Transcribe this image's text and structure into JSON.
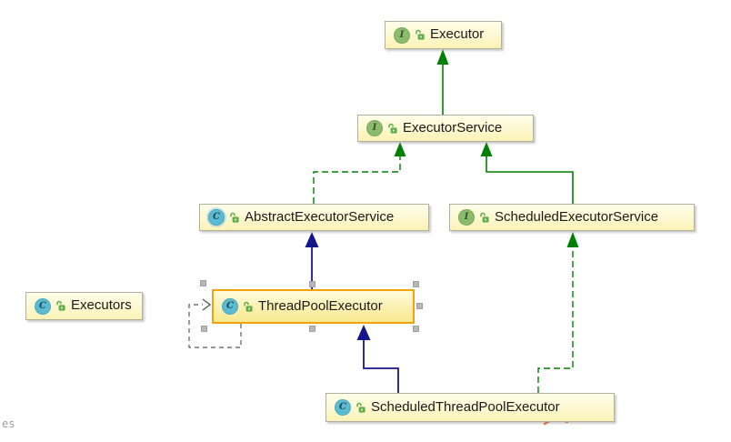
{
  "diagram_type": "uml-class-diagram",
  "icons": {
    "interface_letter": "I",
    "class_letter": "C"
  },
  "nodes": {
    "executor": {
      "label": "Executor",
      "kind": "interface"
    },
    "executor_service": {
      "label": "ExecutorService",
      "kind": "interface"
    },
    "abstract_executor_service": {
      "label": "AbstractExecutorService",
      "kind": "abstract-class"
    },
    "scheduled_executor_service": {
      "label": "ScheduledExecutorService",
      "kind": "interface"
    },
    "executors": {
      "label": "Executors",
      "kind": "class"
    },
    "thread_pool_executor": {
      "label": "ThreadPoolExecutor",
      "kind": "class",
      "selected": true
    },
    "scheduled_thread_pool_executor": {
      "label": "ScheduledThreadPoolExecutor",
      "kind": "class"
    }
  },
  "edges": [
    {
      "from": "ExecutorService",
      "to": "Executor",
      "relation": "extends",
      "line": "solid",
      "color": "#008000"
    },
    {
      "from": "AbstractExecutorService",
      "to": "ExecutorService",
      "relation": "implements",
      "line": "dashed",
      "color": "#008000"
    },
    {
      "from": "ScheduledExecutorService",
      "to": "ExecutorService",
      "relation": "extends",
      "line": "solid",
      "color": "#008000"
    },
    {
      "from": "ThreadPoolExecutor",
      "to": "AbstractExecutorService",
      "relation": "extends",
      "line": "solid",
      "color": "#16168c"
    },
    {
      "from": "ScheduledThreadPoolExecutor",
      "to": "ThreadPoolExecutor",
      "relation": "extends",
      "line": "solid",
      "color": "#16168c"
    },
    {
      "from": "ScheduledThreadPoolExecutor",
      "to": "ScheduledExecutorService",
      "relation": "implements",
      "line": "dashed",
      "color": "#008000"
    },
    {
      "from": "ThreadPoolExecutor",
      "to": "ThreadPoolExecutor",
      "relation": "dependency",
      "line": "dashed",
      "color": "#5a5a5a"
    }
  ],
  "colors": {
    "node_fill_top": "#fefee9",
    "node_fill_bottom": "#fbf2b4",
    "node_border": "#b0b0a0",
    "selected_border": "#f0a30a",
    "generalization_green": "#008000",
    "generalization_navy": "#16168c",
    "dependency_gray": "#5a5a5a",
    "interface_icon": "#8bbc6b",
    "class_icon": "#5abcd2",
    "lock_icon": "#5fae49",
    "selection_handle": "#b7b7b7",
    "stray_mark": "#e0703c"
  },
  "corner_text": "es"
}
